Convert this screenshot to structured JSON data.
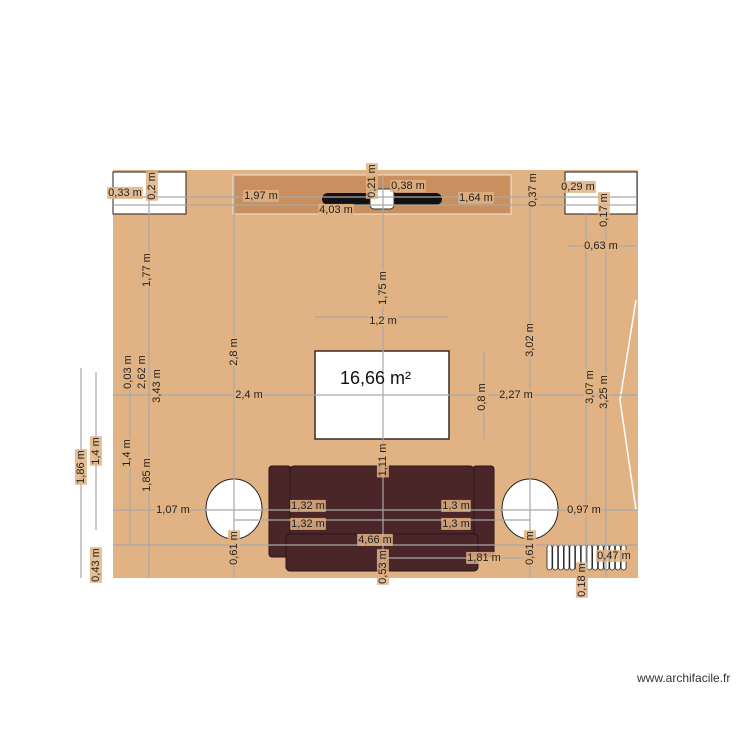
{
  "plan": {
    "area_label": "16,66 m²",
    "watermark": "www.archifacile.fr",
    "colors": {
      "floor": "#e1b283",
      "tv_unit": "#c98f5e",
      "sofa": "#4a2629",
      "furniture_white": "#ffffff",
      "dimension_line": "#a8a8a8"
    },
    "dimensions": [
      "0,33 m",
      "0,2 m",
      "1,97 m",
      "0,21 m",
      "0,38 m",
      "4,03 m",
      "1,64 m",
      "0,37 m",
      "0,29 m",
      "0,17 m",
      "0,63 m",
      "1,77 m",
      "1,75 m",
      "1,2 m",
      "2,8 m",
      "3,02 m",
      "0,03 m",
      "2,62 m",
      "3,43 m",
      "2,4 m",
      "0,8 m",
      "2,27 m",
      "3,07 m",
      "3,25 m",
      "1,86 m",
      "1,4 m",
      "1,4 m",
      "1,85 m",
      "1,11 m",
      "1,07 m",
      "1,32 m",
      "1,32 m",
      "1,3 m",
      "1,3 m",
      "0,97 m",
      "0,61 m",
      "0,61 m",
      "4,66 m",
      "0,53 m",
      "1,81 m",
      "0,43 m",
      "0,47 m",
      "0,18 m"
    ]
  }
}
